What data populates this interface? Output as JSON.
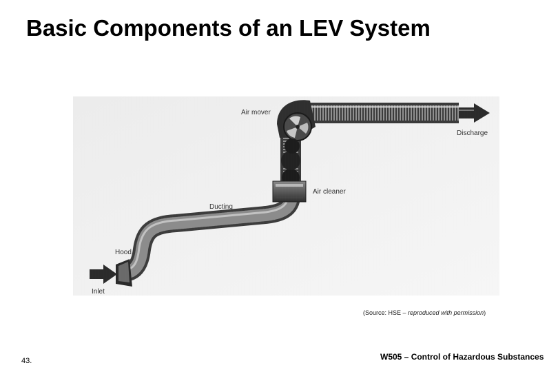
{
  "slide": {
    "title": "Basic Components of an LEV System",
    "number": "43.",
    "footer": "W505 – Control of Hazardous Substances"
  },
  "figure": {
    "labels": {
      "air_mover": "Air mover",
      "discharge": "Discharge",
      "air_cleaner": "Air cleaner",
      "ducting": "Ducting",
      "hood": "Hood",
      "inlet": "Inlet"
    }
  },
  "caption": {
    "prefix": "(Source: HSE – ",
    "emphasis": "reproduced with permission",
    "suffix": ")"
  }
}
